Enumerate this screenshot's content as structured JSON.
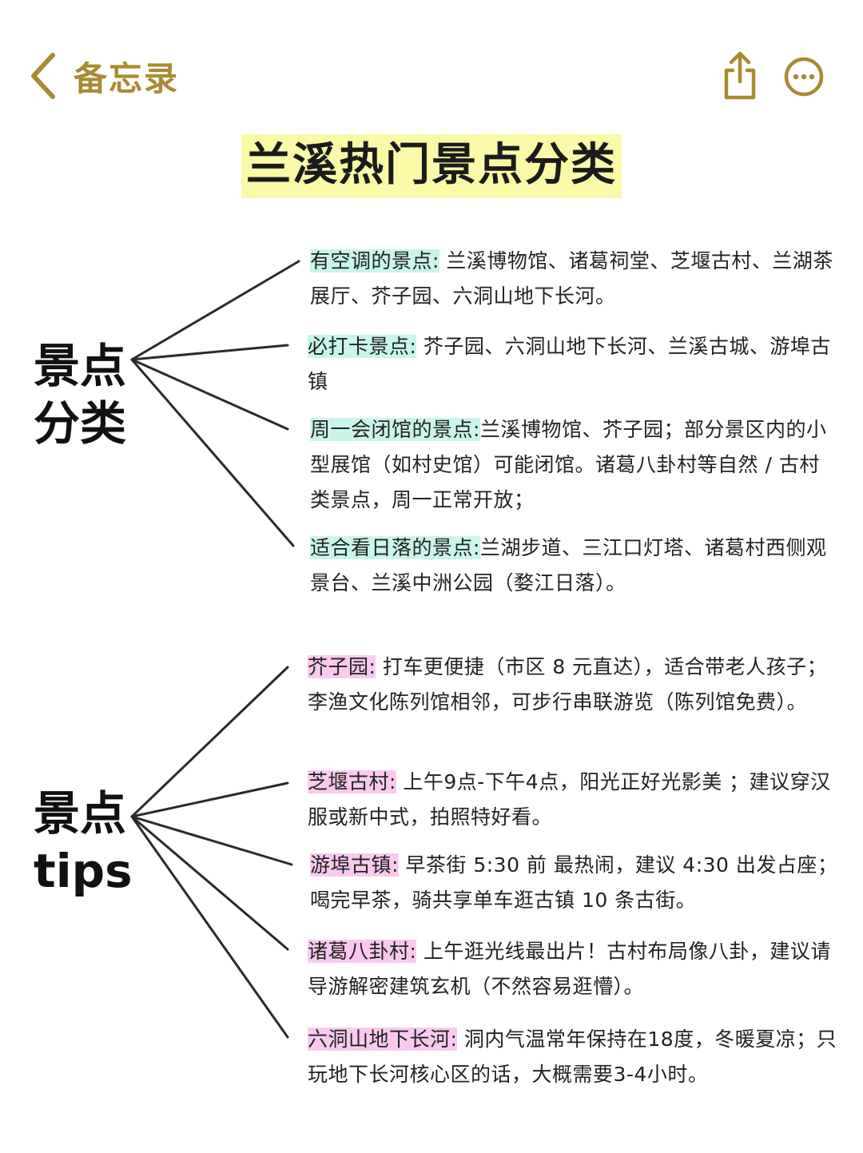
{
  "nav": {
    "back_label": "备忘录",
    "accent_color": "#a98a33",
    "icons": [
      "chevron-left-icon",
      "share-icon",
      "more-icon"
    ]
  },
  "title": "兰溪热门景点分类",
  "colors": {
    "title_highlight": "#f9f9a8",
    "group1_highlight": "#c9f5ea",
    "group2_highlight": "#fbc9ef",
    "line": "#2a2a2a"
  },
  "groups": [
    {
      "label_line1": "景点",
      "label_line2": "分类",
      "items": [
        {
          "key": "有空调的景点:",
          "text": " 兰溪博物馆、诸葛祠堂、芝堰古村、兰湖茶展厅、芥子园、六洞山地下长河。"
        },
        {
          "key": "必打卡景点:",
          "text": " 芥子园、六洞山地下长河、兰溪古城、游埠古镇"
        },
        {
          "key": "周一会闭馆的景点:",
          "text": "兰溪博物馆、芥子园；部分景区内的小型展馆（如村史馆）可能闭馆。诸葛八卦村等自然 / 古村类景点，周一正常开放；"
        },
        {
          "key": "适合看日落的景点:",
          "text": "兰湖步道、三江口灯塔、诸葛村西侧观景台、兰溪中洲公园（婺江日落）。"
        }
      ]
    },
    {
      "label_line1": "景点",
      "label_line2": "tips",
      "items": [
        {
          "key": "芥子园:",
          "text": "  打车更便捷（市区 8 元直达），适合带老人孩子；李渔文化陈列馆相邻，可步行串联游览（陈列馆免费）。"
        },
        {
          "key": "芝堰古村:",
          "text": "  上午9点-下午4点，阳光正好光影美 ；建议穿汉服或新中式，拍照特好看。"
        },
        {
          "key": "游埠古镇:",
          "text": " 早茶街 5:30 前 最热闹，建议 4:30 出发占座；喝完早茶，骑共享单车逛古镇 10 条古街。"
        },
        {
          "key": "诸葛八卦村:",
          "text": " 上午逛光线最出片！古村布局像八卦，建议请导游解密建筑玄机（不然容易逛懵）。"
        },
        {
          "key": "六洞山地下长河:",
          "text": " 洞内气温常年保持在18度，冬暖夏凉；只玩地下长河核心区的话，大概需要3-4小时。"
        }
      ]
    }
  ]
}
